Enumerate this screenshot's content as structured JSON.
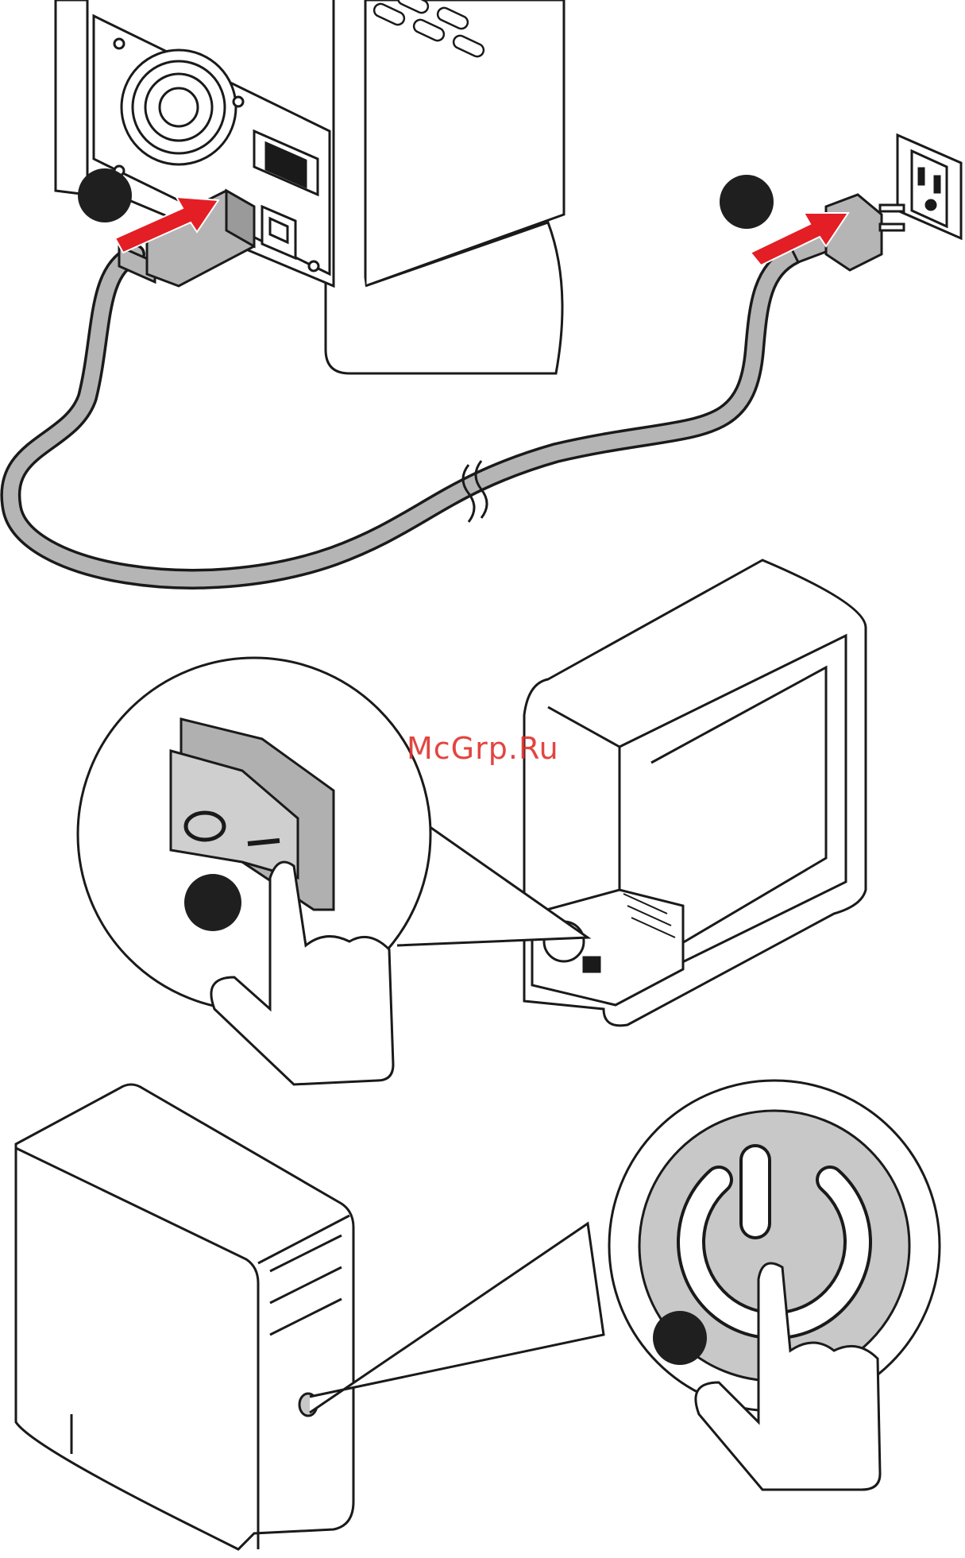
{
  "watermark": {
    "text": "McGrp.Ru",
    "color": "#e0312c"
  },
  "colors": {
    "outline": "#1a1a1a",
    "cable": "#b5b5b5",
    "arrow": "#e31e24",
    "badge": "#1f1f1f",
    "power_ring": "#c8c8c8",
    "panel": "#ffffff"
  },
  "steps": [
    {
      "id": "plug-psu",
      "badge_label": ""
    },
    {
      "id": "plug-outlet",
      "badge_label": ""
    },
    {
      "id": "psu-switch",
      "badge_label": "",
      "switch_symbols": [
        "O",
        "|"
      ]
    },
    {
      "id": "power-button",
      "badge_label": ""
    }
  ],
  "icons": [
    "power-cord-icon",
    "wall-outlet-icon",
    "rocker-switch-icon",
    "power-symbol-icon",
    "pointing-hand-icon",
    "red-arrow-icon"
  ]
}
